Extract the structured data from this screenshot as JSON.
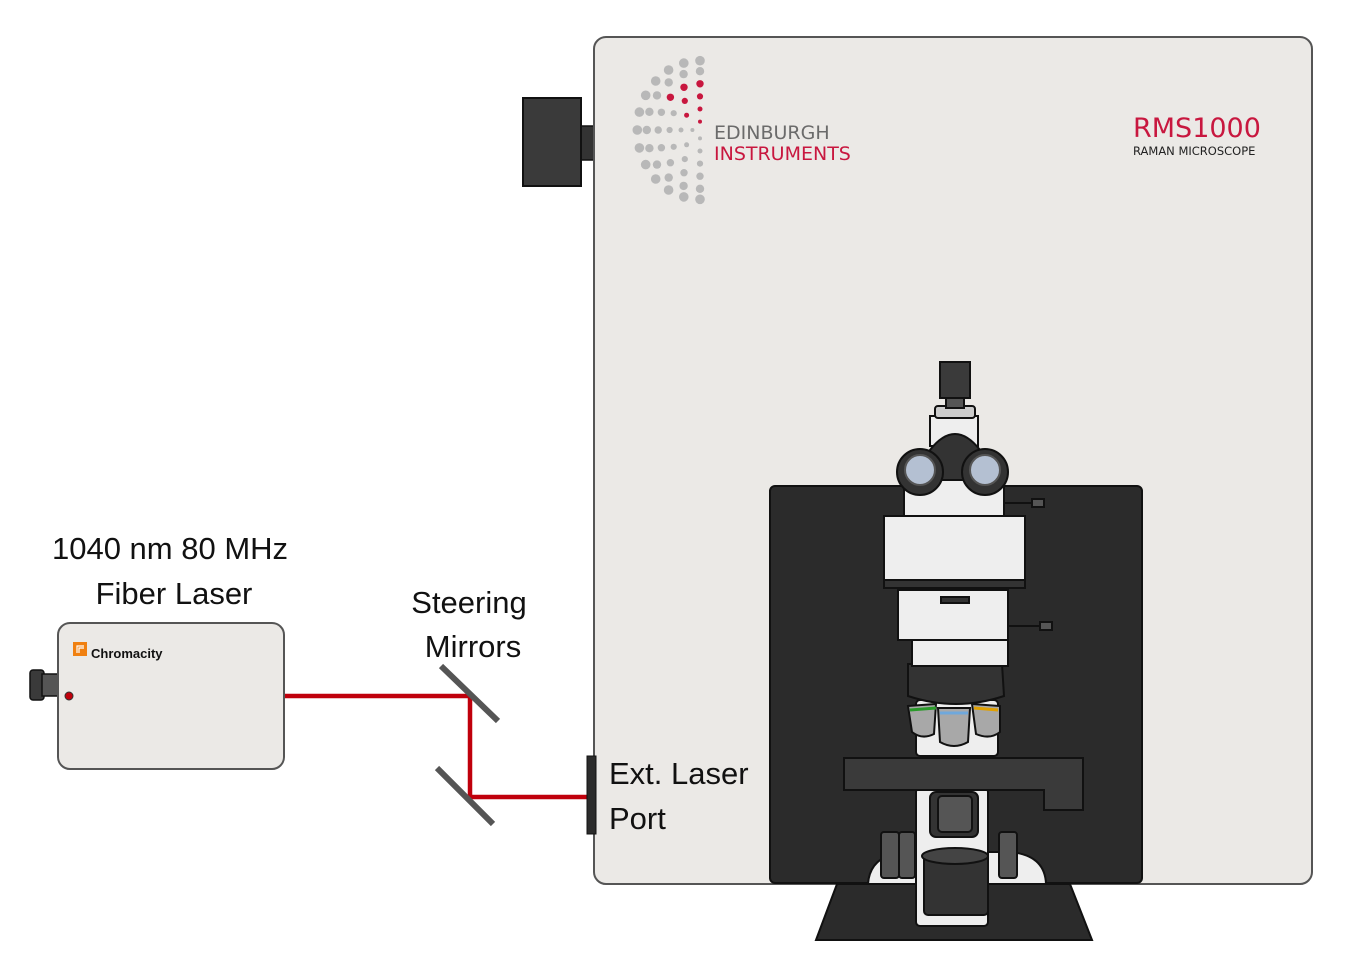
{
  "laser": {
    "title_line1": "1040 nm 80 MHz",
    "title_line2": "Fiber Laser",
    "brand": "Chromacity"
  },
  "mirrors": {
    "label_line1": "Steering",
    "label_line2": "Mirrors"
  },
  "port": {
    "label_line1": "Ext. Laser",
    "label_line2": "Port"
  },
  "instrument": {
    "company_line1": "EDINBURGH",
    "company_line2": "INSTRUMENTS",
    "model": "RMS1000",
    "model_sub": "RAMAN MICROSCOPE"
  },
  "colors": {
    "beam": "#c0000c",
    "brand_red": "#c8173f",
    "cabinet": "#ebe9e6",
    "dark": "#2b2b2b",
    "chromacity_orange": "#f08010"
  }
}
